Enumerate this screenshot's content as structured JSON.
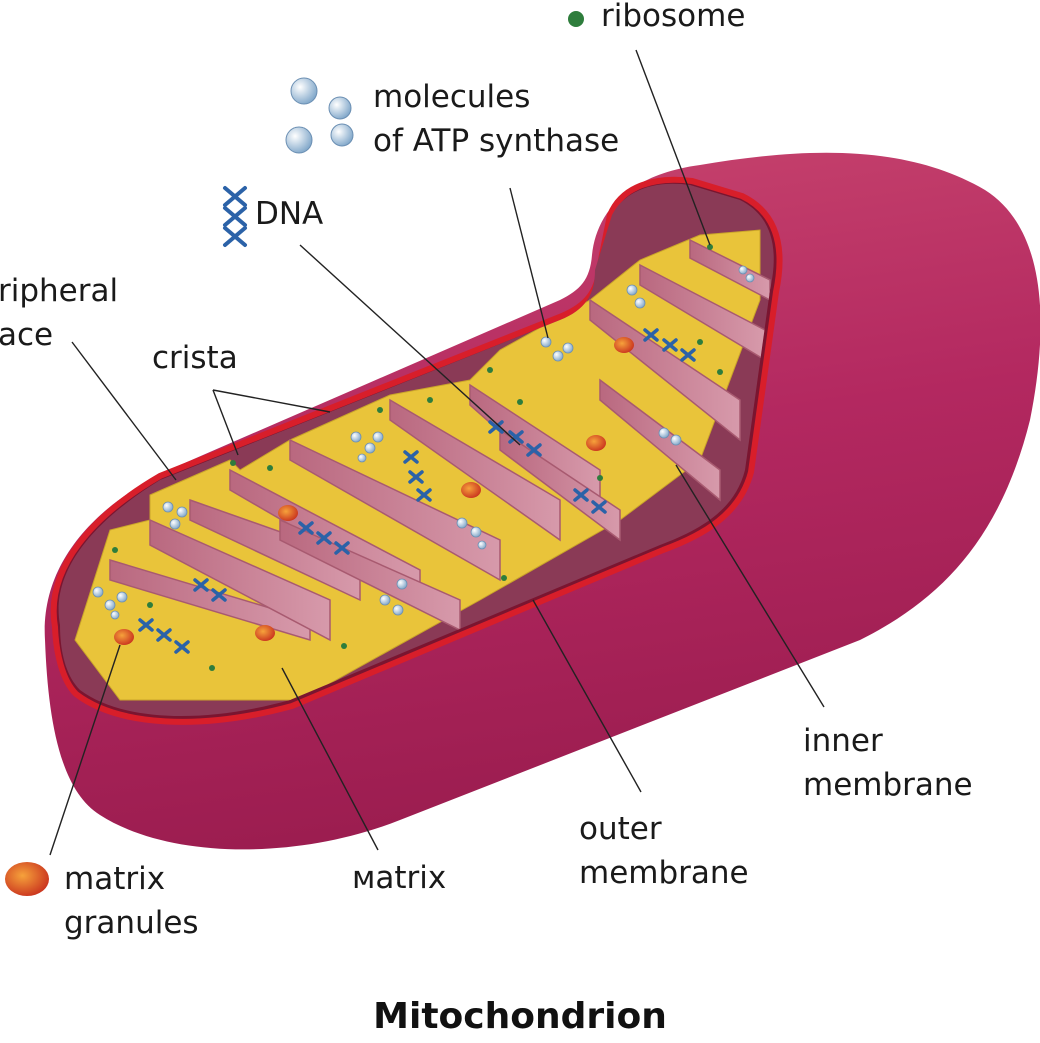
{
  "title": "Mitochondrion",
  "labels": {
    "ribosome": "ribosome",
    "atp": [
      "molecules",
      "of ATP synthase"
    ],
    "dna": "DNA",
    "peripheral": [
      "ripheral",
      "ace"
    ],
    "crista": "crista",
    "inner": [
      "inner",
      "membrane"
    ],
    "outer": [
      "outer",
      "membrane"
    ],
    "matrix": "мatrix",
    "granules": [
      "matrix",
      "granules"
    ]
  },
  "colors": {
    "outer_membrane": "#b3265a",
    "outer_rim": "#d81e2a",
    "matrix": "#e9c43a",
    "crista": "#c9788c",
    "ribosome": "#2e7d3c",
    "granule": "#d9351e",
    "dna": "#2b62a8",
    "atp": "#cfe3f5"
  }
}
